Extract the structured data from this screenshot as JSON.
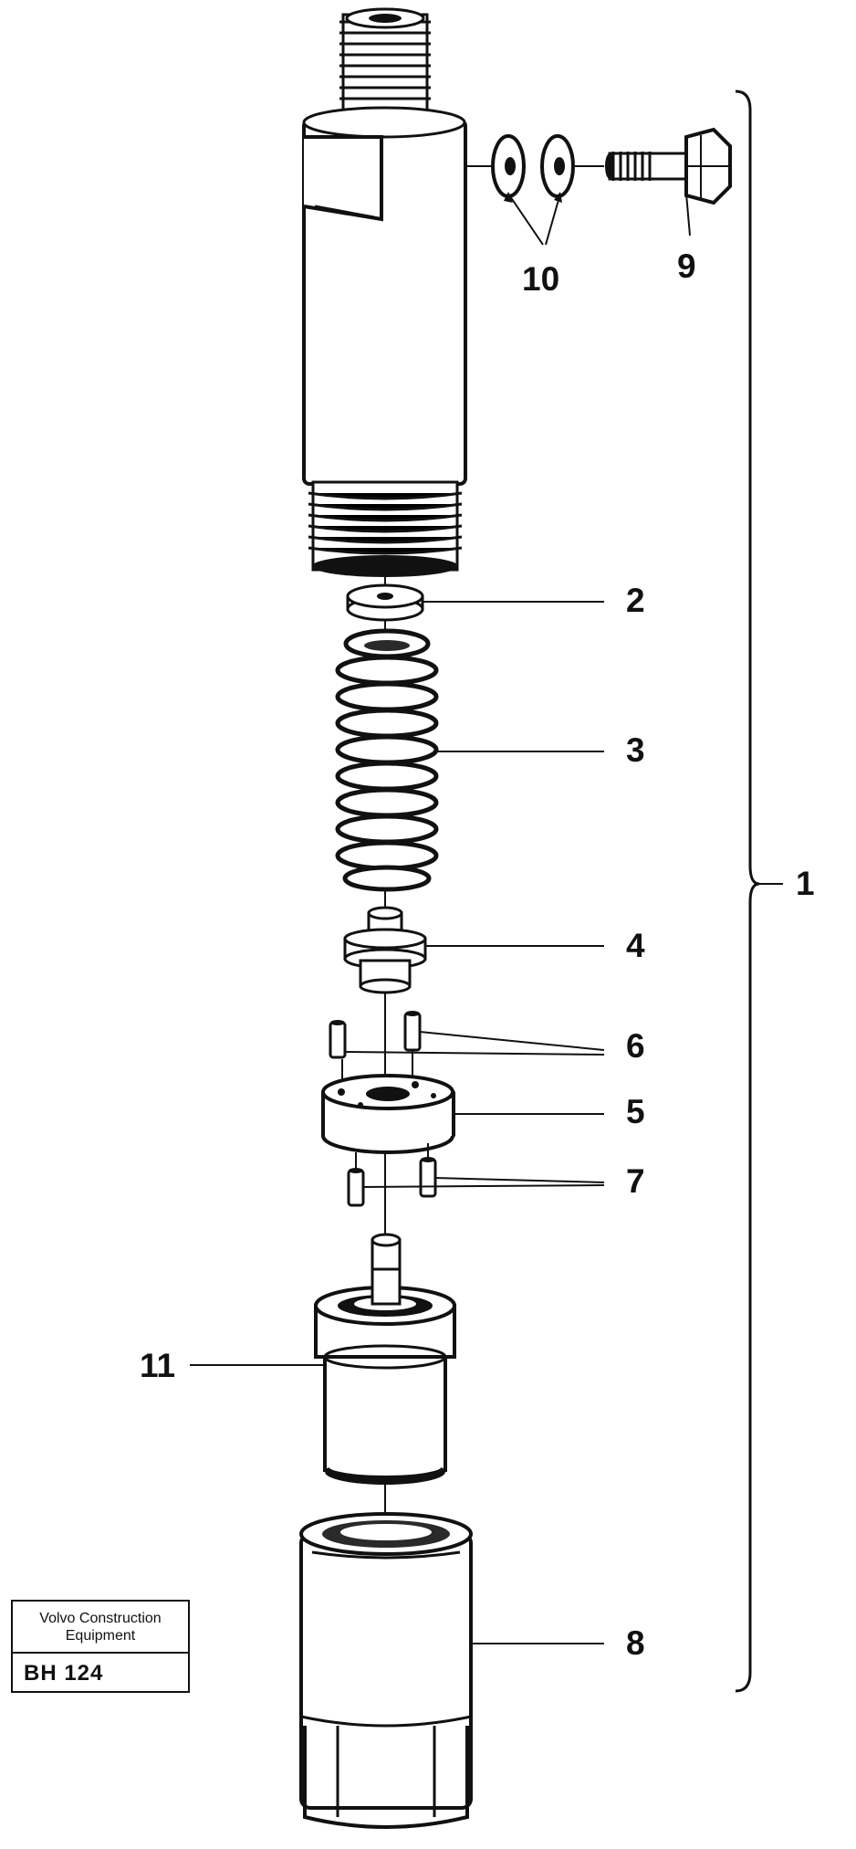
{
  "diagram": {
    "callouts": {
      "assembly": "1",
      "washer": "2",
      "spring": "3",
      "spindle": "4",
      "intermediate_disc": "5",
      "pins_upper": "6",
      "pins_lower": "7",
      "nozzle_nut": "8",
      "banjo_bolt": "9",
      "seal_washers": "10",
      "nozzle": "11"
    },
    "colors": {
      "ink": "#111111",
      "paper": "#ffffff"
    }
  },
  "logo": {
    "line1": "Volvo Construction",
    "line2": "Equipment",
    "code": "BH 124"
  }
}
